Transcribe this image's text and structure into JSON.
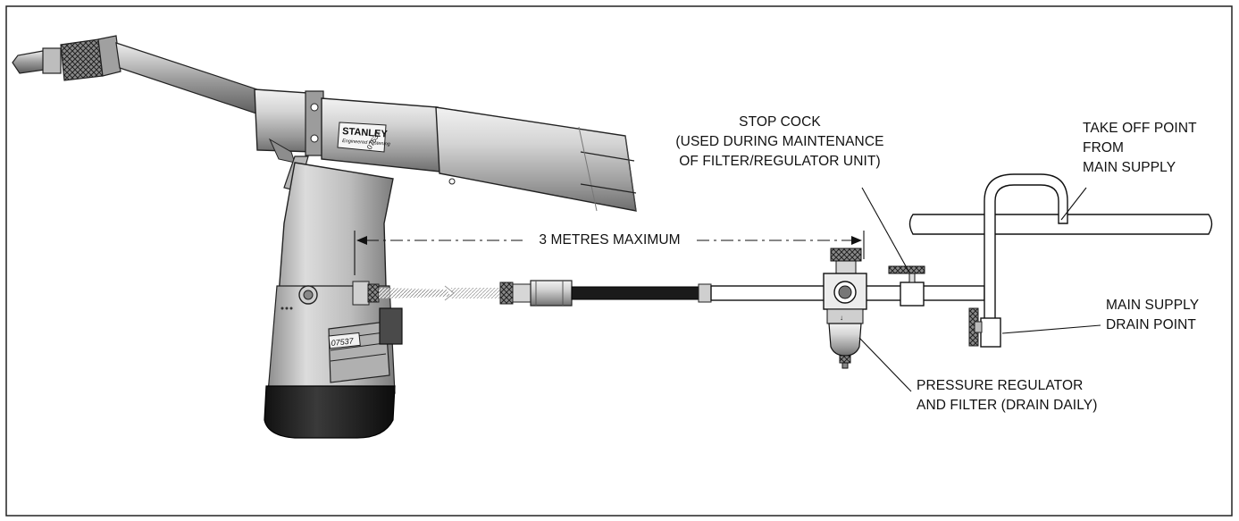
{
  "labels": {
    "stop_cock": [
      "STOP COCK",
      "(USED DURING MAINTENANCE",
      "OF FILTER/REGULATOR UNIT)"
    ],
    "take_off": [
      "TAKE OFF POINT",
      "FROM",
      "MAIN SUPPLY"
    ],
    "distance": "3 METRES MAXIMUM",
    "main_drain": [
      "MAIN SUPPLY",
      "DRAIN POINT"
    ],
    "regulator": [
      "PRESSURE REGULATOR",
      "AND FILTER (DRAIN DAILY)"
    ]
  },
  "tool_markings": {
    "brand": "STANLEY",
    "sub_brand": "Engineered Fastening",
    "model": "07537",
    "model_side": "07537"
  },
  "colors": {
    "border": "#222222",
    "line": "#111111",
    "tool_body": "#c9c9c9",
    "tool_dark": "#1c1c1c"
  }
}
